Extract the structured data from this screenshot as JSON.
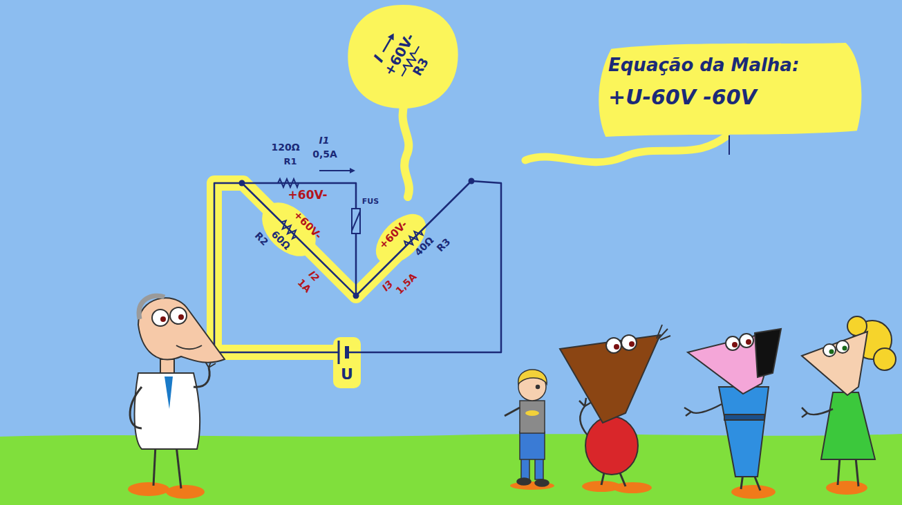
{
  "diagram": {
    "nodes": [
      {
        "text": [
          "I",
          "+60V-",
          "R3"
        ]
      },
      {
        "text": [
          "Equação da Malha:",
          "+U-60V -60V"
        ]
      }
    ],
    "labels": [
      "120Ω",
      "R1",
      "I1",
      "0,5A",
      "+60V-",
      "+60V-",
      "60Ω",
      "R2",
      "I2",
      "1A",
      "FUS",
      "+60V-",
      "40Ω",
      "R3",
      "I3",
      "1,5A",
      "U"
    ]
  }
}
